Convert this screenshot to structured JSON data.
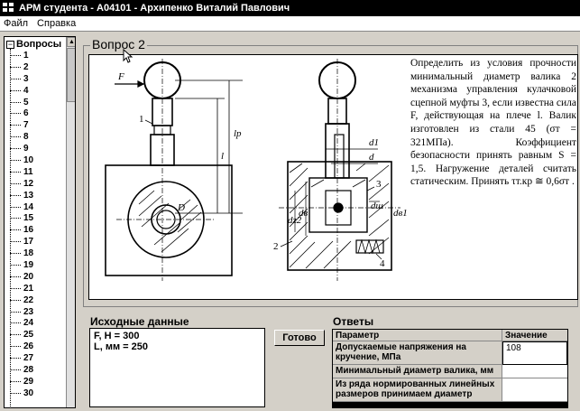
{
  "window": {
    "title": "АРМ студента - A04101 - Архипенко Виталий Павлович"
  },
  "menu": {
    "file": "Файл",
    "help": "Справка"
  },
  "tree": {
    "root_label": "Вопросы",
    "items": [
      "1",
      "2",
      "3",
      "4",
      "5",
      "6",
      "7",
      "8",
      "9",
      "10",
      "11",
      "12",
      "13",
      "14",
      "15",
      "16",
      "17",
      "18",
      "19",
      "20",
      "21",
      "22",
      "23",
      "24",
      "25",
      "26",
      "27",
      "28",
      "29",
      "30"
    ]
  },
  "question": {
    "legend": "Вопрос 2",
    "text": "Определить из условия прочности минимальный диаметр валика 2 механизма управления кулачковой сцепной муфты 3, если известна сила F, действующая на плече l. Валик изготовлен из стали 45 (σт = 321МПа). Коэффициент безопасности принять равным S = 1,5. Нагружение деталей считать статическим. Принять τт.кр ≅ 0,6σт .",
    "drawing_labels": {
      "force": "F",
      "lp": "lp",
      "l": "l",
      "d1": "d1",
      "d": "d",
      "dsh": "dш",
      "dv": "dв",
      "dv1": "dв1",
      "dz2": "dz2",
      "n1": "1",
      "n2": "2",
      "n3": "3",
      "n4": "4",
      "D": "D"
    }
  },
  "inputs": {
    "label": "Исходные данные",
    "lines": [
      "F, H = 300",
      "L, мм = 250"
    ]
  },
  "ready_button": {
    "label": "Готово"
  },
  "answers": {
    "label": "Ответы",
    "header_param": "Параметр",
    "header_value": "Значение",
    "rows": [
      {
        "param": "Допускаемые напряжения на кручение, МПа",
        "value": "108"
      },
      {
        "param": "Минимальный диаметр валика, мм",
        "value": ""
      },
      {
        "param": "Из ряда нормированных линейных размеров принимаем диаметр",
        "value": ""
      }
    ]
  }
}
